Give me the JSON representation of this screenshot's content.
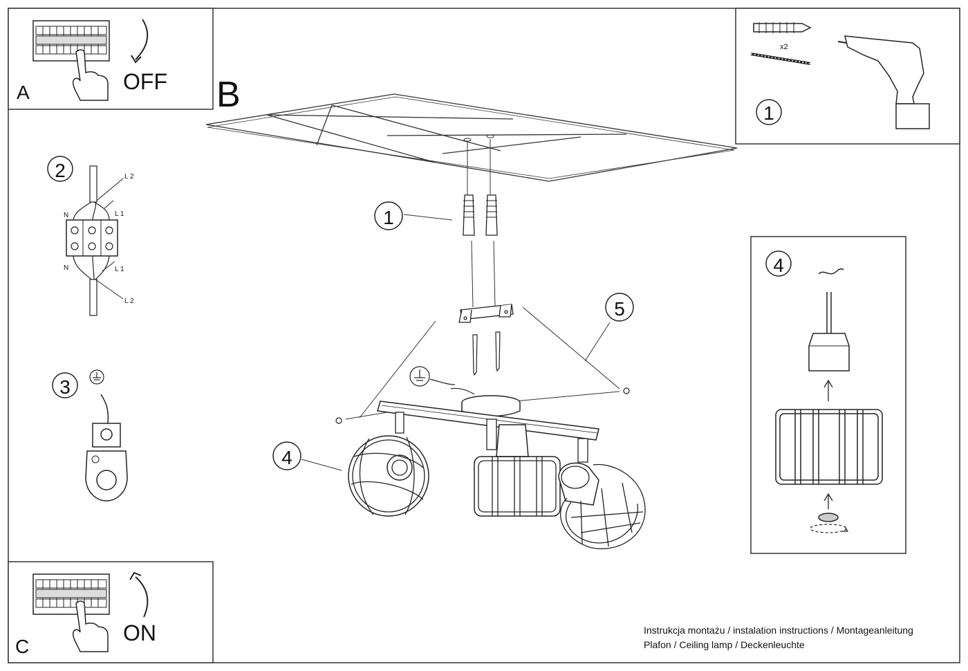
{
  "panels": {
    "a": {
      "letter": "A",
      "word": "OFF"
    },
    "b": {
      "letter": "B"
    },
    "c": {
      "letter": "C",
      "word": "ON"
    }
  },
  "steps": {
    "drill_step": "1",
    "wiring_step": "2",
    "ground_step": "3",
    "shade_step": "4",
    "main_step_1": "1",
    "main_step_4": "4",
    "main_step_5": "5",
    "multiplier": "x2"
  },
  "wiring_labels": {
    "n_top": "N",
    "l1_top": "L 1",
    "l2_top": "L 2",
    "n_bottom": "N",
    "l1_bottom": "L 1",
    "l2_bottom": "L 2"
  },
  "footer": {
    "line1": "Instrukcja montażu / instalation instructions / Montageanleitung",
    "line2": "Plafon / Ceiling lamp / Deckenleuchte"
  }
}
